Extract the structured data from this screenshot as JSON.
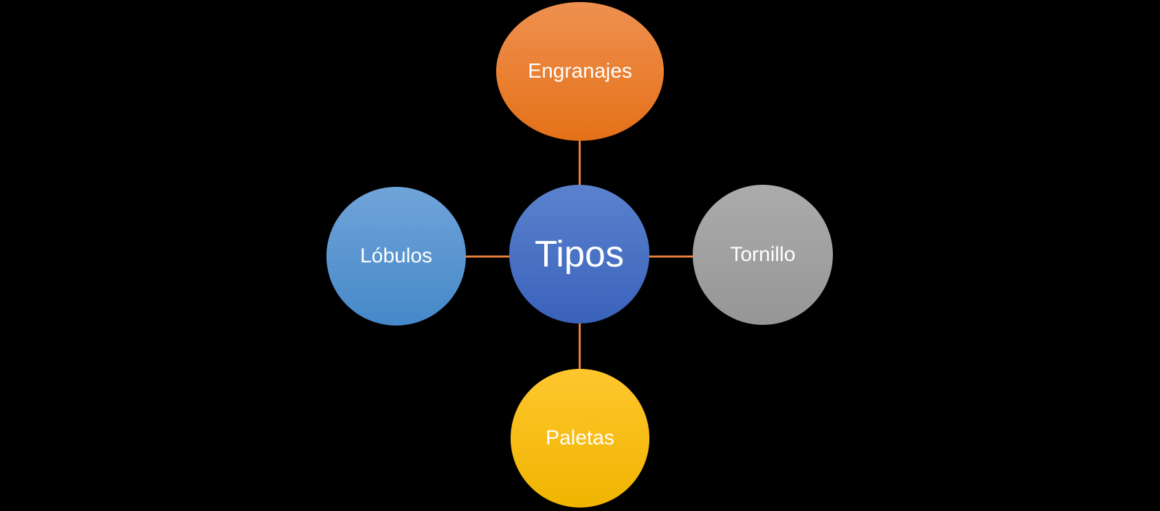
{
  "diagram": {
    "type": "radial-cycle",
    "background_color": "#000000",
    "connector_color": "#E9813A",
    "text_color": "#FFFFFF",
    "center_node": {
      "label": "Tipos",
      "color_top": "#5B82CD",
      "color_bottom": "#3A62BB"
    },
    "nodes": [
      {
        "label": "Engranajes",
        "position": "top",
        "color_top": "#EF9050",
        "color_bottom": "#E47118"
      },
      {
        "label": "Tornillo",
        "position": "right",
        "color_top": "#ABABAB",
        "color_bottom": "#969696"
      },
      {
        "label": "Paletas",
        "position": "bottom",
        "color_top": "#FFC72E",
        "color_bottom": "#F0B400"
      },
      {
        "label": "Lóbulos",
        "position": "left",
        "color_top": "#70A4D9",
        "color_bottom": "#4588C8"
      }
    ]
  }
}
